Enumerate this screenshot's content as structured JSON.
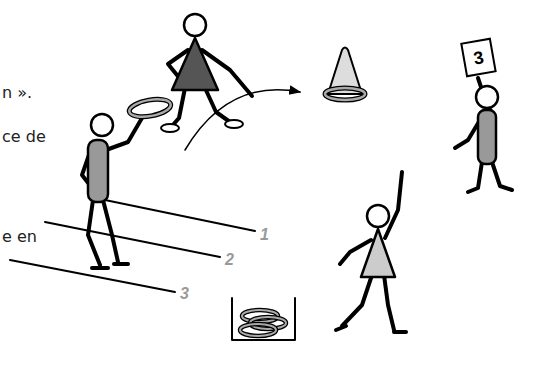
{
  "diagram": {
    "nodes": [
      {
        "text": [
          "3"
        ]
      }
    ],
    "labels": [
      "n ».",
      "ce de",
      "e en",
      "1",
      "2",
      "3"
    ]
  }
}
